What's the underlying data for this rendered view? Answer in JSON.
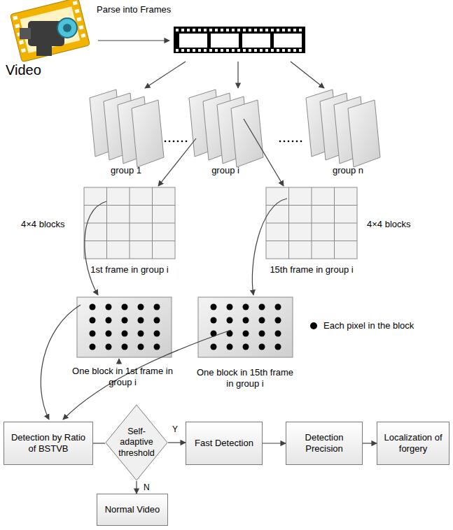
{
  "diagram": {
    "nodes": [
      {
        "text": [
          "Detection by Ratio of BSTVB"
        ]
      },
      {
        "text": [
          "Self-adaptive threshold"
        ]
      },
      {
        "text": [
          "Fast Detection"
        ]
      },
      {
        "text": [
          "Detection Precision"
        ]
      },
      {
        "text": [
          "Localization of forgery"
        ]
      },
      {
        "text": [
          "Normal Video"
        ]
      }
    ],
    "edges": [
      {
        "from": 0,
        "to": 1,
        "arrow": "none"
      },
      {
        "from": 1,
        "to": 2,
        "label": "Y",
        "arrow": "to"
      },
      {
        "from": 2,
        "to": 3,
        "arrow": "to"
      },
      {
        "from": 3,
        "to": 4,
        "arrow": "to"
      },
      {
        "from": 1,
        "to": 5,
        "label": "N",
        "arrow": "to"
      }
    ],
    "labels": [
      "Video",
      "Parse into Frames",
      "group 1",
      "group i",
      "group n",
      "4×4 blocks",
      "4×4 blocks",
      "1st frame in group i",
      "15th frame in group i",
      "Each pixel in the block",
      "One block in 1st frame in group i",
      "One block in 15th frame in group i"
    ]
  }
}
